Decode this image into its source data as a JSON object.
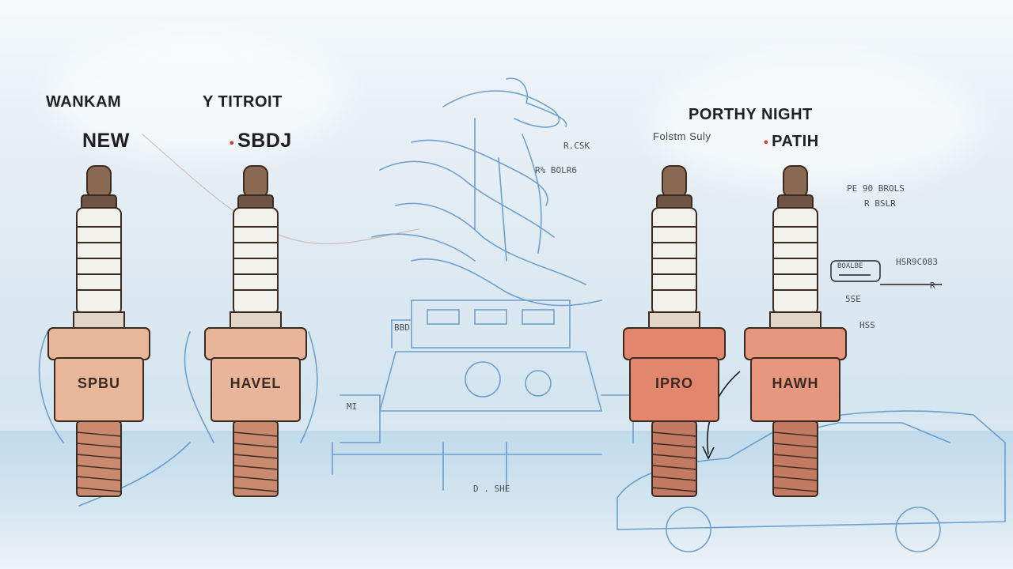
{
  "labels": {
    "wankam": "WANKAM",
    "new": "NEW",
    "titroit": "Y TITROIT",
    "sbdj": "SBDJ",
    "porthy": "PORTHY NIGHT",
    "folsm": "Folstm Suly",
    "patih": "PATIH"
  },
  "plugs": [
    {
      "id": "plug-1",
      "text": "SPBU",
      "color": "#e8b79a"
    },
    {
      "id": "plug-2",
      "text": "HAVEL",
      "color": "#e9b59a"
    },
    {
      "id": "plug-3",
      "text": "IPRO",
      "color": "#e2876e"
    },
    {
      "id": "plug-4",
      "text": "HAWH",
      "color": "#e7977e"
    }
  ],
  "notes": {
    "n1": "R.CSK",
    "n2": "R% BOLR6",
    "n3": "PE 90 BROLS",
    "n4": "R BSLR",
    "n5": "HSR9C083",
    "n6": "BOALBE",
    "n7": "R",
    "n8": "5SE",
    "n9": "D . SHE",
    "n10": "BBD",
    "n11": "MI",
    "n12": "HSS"
  },
  "colors": {
    "sketch_blue": "#5b93c8",
    "plug_dark": "#3a2a20"
  }
}
